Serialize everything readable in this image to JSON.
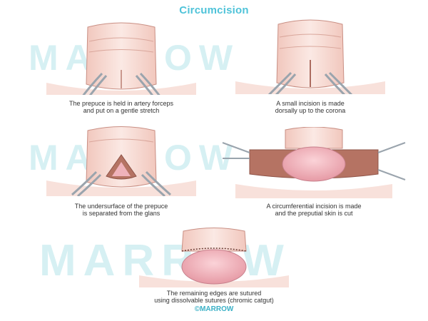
{
  "title": "Circumcision",
  "watermark": "MARROW",
  "logo": "©MARROW",
  "panels": [
    {
      "id": "step-1",
      "caption": [
        "The prepuce is held in artery forceps",
        "and put on a gentle stretch"
      ]
    },
    {
      "id": "step-2",
      "caption": [
        "A small incision is made",
        "dorsally up to the corona"
      ]
    },
    {
      "id": "step-3",
      "caption": [
        "The undersurface of the prepuce",
        "is separated from the glans"
      ]
    },
    {
      "id": "step-4",
      "caption": [
        "A circumferential incision is made",
        "and the preputial skin is cut"
      ]
    },
    {
      "id": "step-5",
      "caption": [
        "The remaining edges are sutured",
        "using dissolvable sutures (chromic catgut)"
      ]
    }
  ],
  "colors": {
    "title": "#4fc3d9",
    "skin_light": "#fbe9e4",
    "skin_mid": "#f1c7bd",
    "skin_dark": "#c98f84",
    "glans": "#efb2ba",
    "raw_tissue": "#b57363",
    "instrument": "#9aa4ad"
  }
}
